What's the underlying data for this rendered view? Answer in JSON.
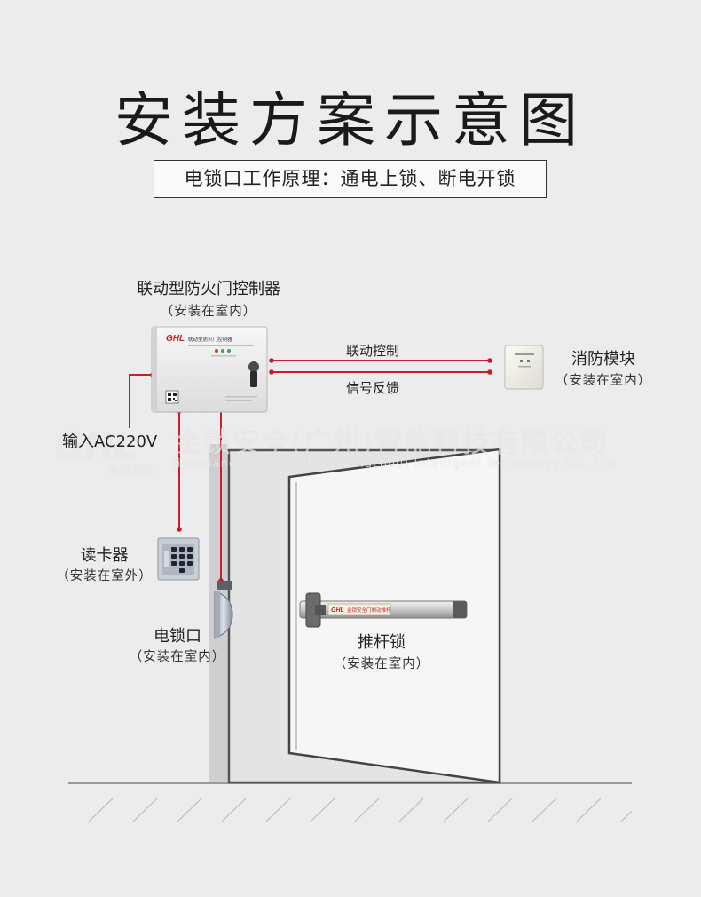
{
  "title": "安装方案示意图",
  "principle": "电锁口工作原理：通电上锁、断电开锁",
  "controller": {
    "name": "联动型防火门控制器",
    "location": "（安装在室内）",
    "brand": "GHL",
    "panel_label": "联动型防火门控制器"
  },
  "fire_module": {
    "name": "消防模块",
    "location": "（安装在室内）"
  },
  "wires": {
    "link_control": "联动控制",
    "signal_feedback": "信号反馈"
  },
  "power_input": "输入AC220V",
  "card_reader": {
    "name": "读卡器",
    "location": "（安装在室外）"
  },
  "electric_lock": {
    "name": "电锁口",
    "location": "（安装在室内）"
  },
  "push_bar": {
    "name": "推杆锁",
    "location": "（安装在室内）",
    "label_text": "金锁安全门制动推杆"
  },
  "watermark": {
    "cn": "金锁安全(广州)智能科技有限公司",
    "en": "Jinsuoanquan Security (Guangzhou) Intelligent Technology Co., Ltd",
    "logo": "GHL",
    "logo_cn": "金锁安全"
  },
  "colors": {
    "wire": "#c8202a",
    "background": "#ececec",
    "wall": "#cfcfcf",
    "door_outline": "#444444"
  }
}
